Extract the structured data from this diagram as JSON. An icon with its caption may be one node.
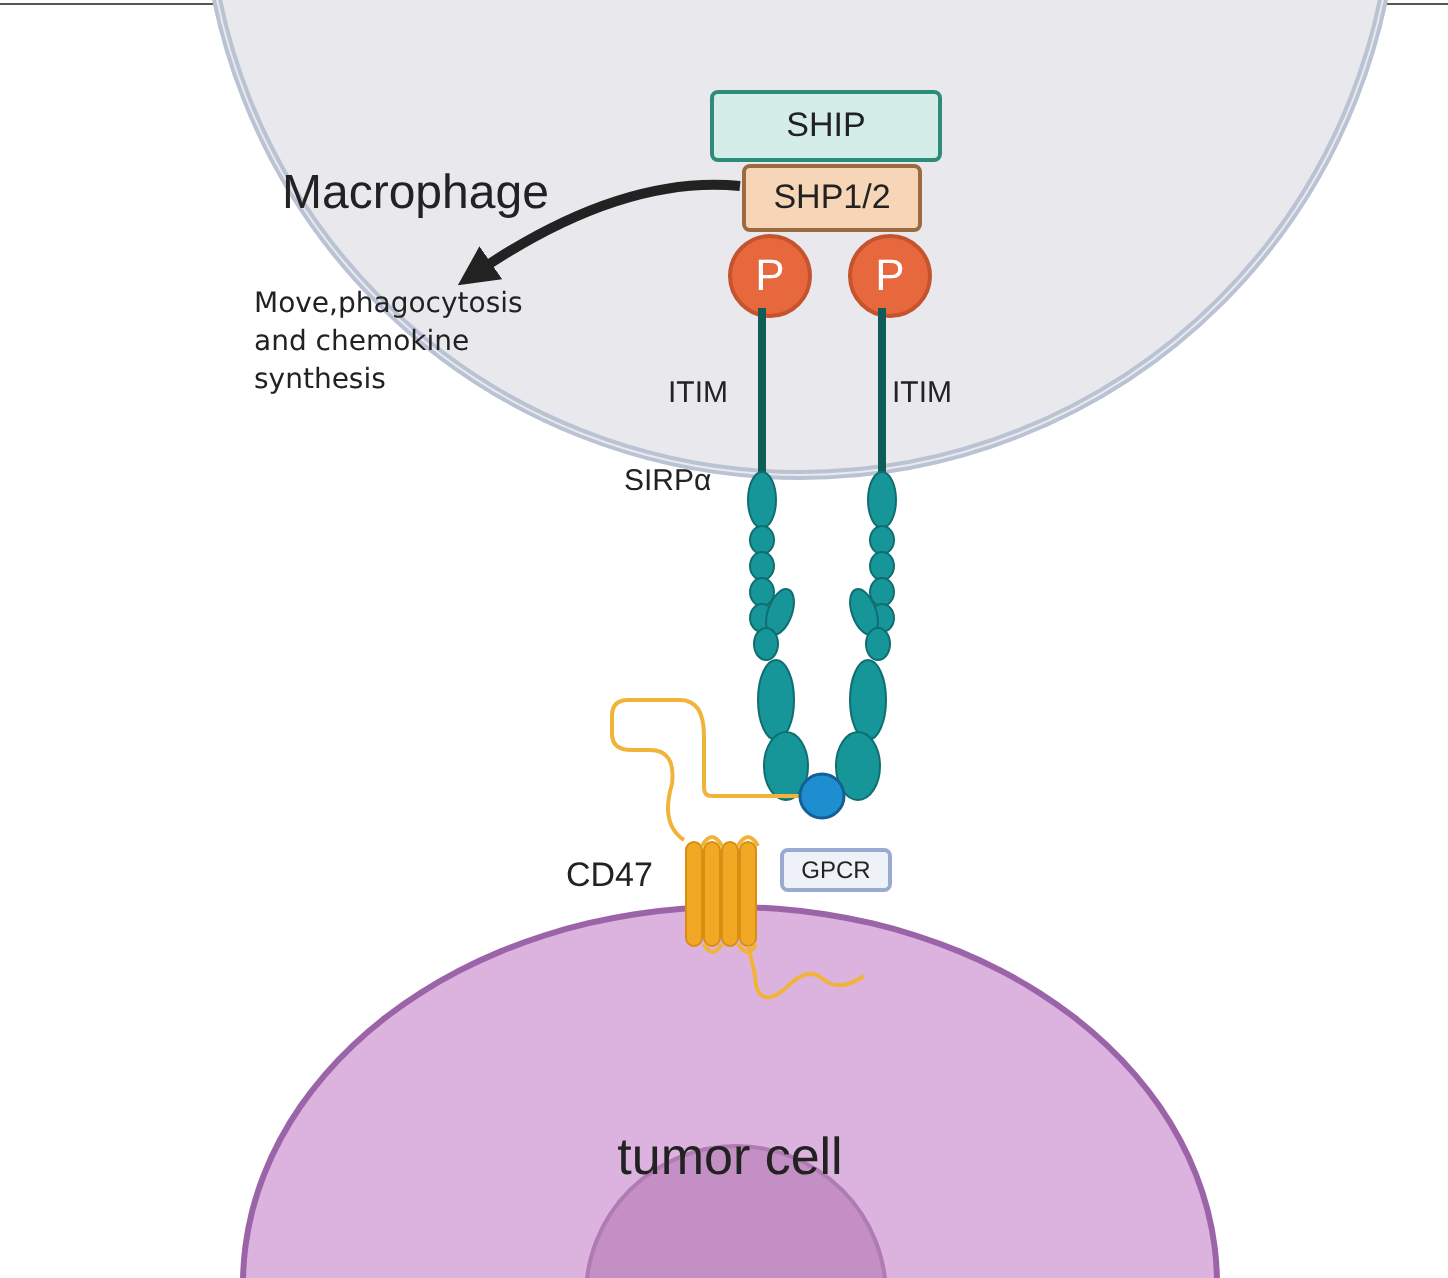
{
  "diagram": {
    "nodes": [
      {
        "text": [
          "Macrophage"
        ]
      },
      {
        "text": [
          "SHIP"
        ],
        "in": 0
      },
      {
        "text": [
          "SHP1/2"
        ],
        "in": 0
      },
      {
        "text": [
          "P"
        ],
        "in": 0
      },
      {
        "text": [
          "P"
        ],
        "in": 0
      },
      {
        "text": [
          "Move,phagocytosis and chemokine synthesis"
        ],
        "in": 0
      },
      {
        "text": [
          "GPCR"
        ]
      },
      {
        "text": [
          "tumor cell"
        ]
      }
    ],
    "edges": [
      {
        "from": 2,
        "to": 5,
        "arrow": "to"
      }
    ],
    "labels": [
      "ITIM",
      "ITIM",
      "SIRPα",
      "CD47"
    ]
  }
}
